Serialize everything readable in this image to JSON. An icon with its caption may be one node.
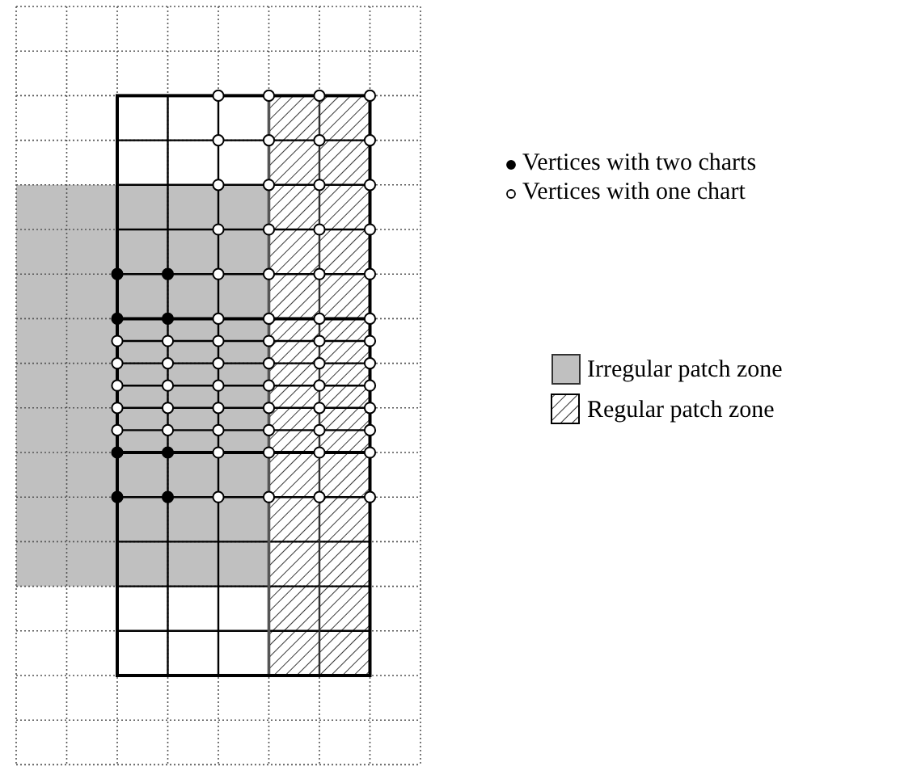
{
  "diagram": {
    "legend": [
      {
        "text": "Vertices with two charts"
      },
      {
        "text": "Vertices with one chart"
      },
      {
        "text": "Irregular patch zone",
        "color": "#c0c0c0"
      },
      {
        "text": "Regular patch zone"
      }
    ]
  }
}
